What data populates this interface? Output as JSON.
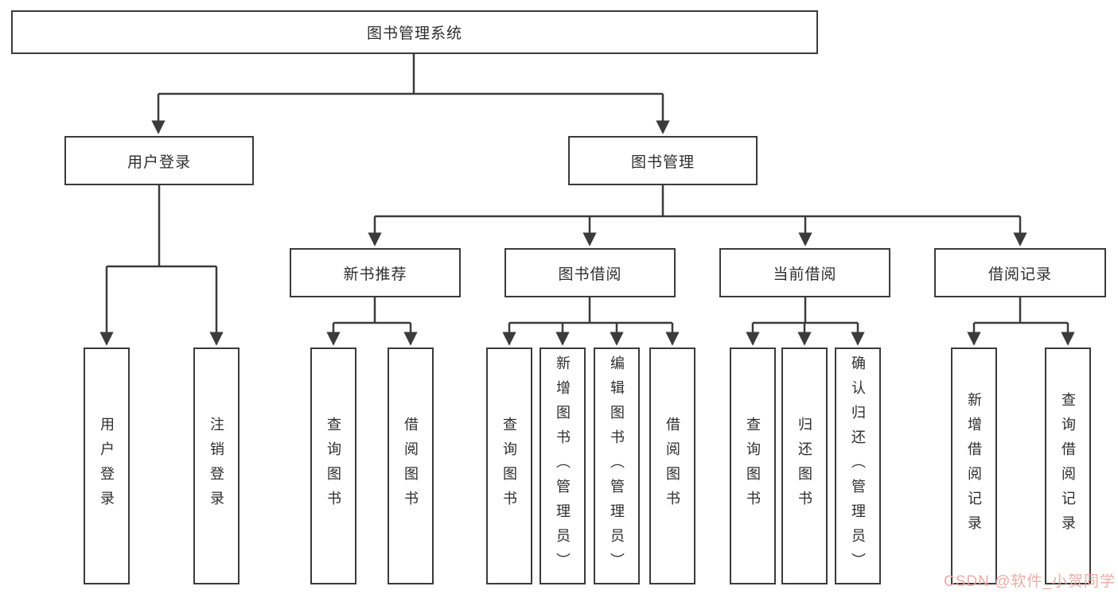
{
  "diagram": {
    "title": "图书管理系统",
    "tree": {
      "root_label": "图书管理系统",
      "branches": [
        {
          "label": "用户登录",
          "children": [
            "用户登录",
            "注销登录"
          ]
        },
        {
          "label": "图书管理",
          "groups": [
            {
              "label": "新书推荐",
              "children": [
                "查询图书",
                "借阅图书"
              ]
            },
            {
              "label": "图书借阅",
              "children": [
                "查询图书",
                "新增图书（管理员）",
                "编辑图书（管理员）",
                "借阅图书"
              ]
            },
            {
              "label": "当前借阅",
              "children": [
                "查询图书",
                "归还图书",
                "确认归还（管理员）"
              ]
            },
            {
              "label": "借阅记录",
              "children": [
                "新增借阅记录",
                "查询借阅记录"
              ]
            }
          ]
        }
      ]
    },
    "colors": {
      "line": "#3b3b3b",
      "box_border": "#3b3b3b",
      "box_fill": "#ffffff",
      "text": "#2e2e2e",
      "background": "#ffffff",
      "watermark": "#eea4a0"
    }
  },
  "watermark": {
    "text": "CSDN @软件_小贺同学"
  }
}
